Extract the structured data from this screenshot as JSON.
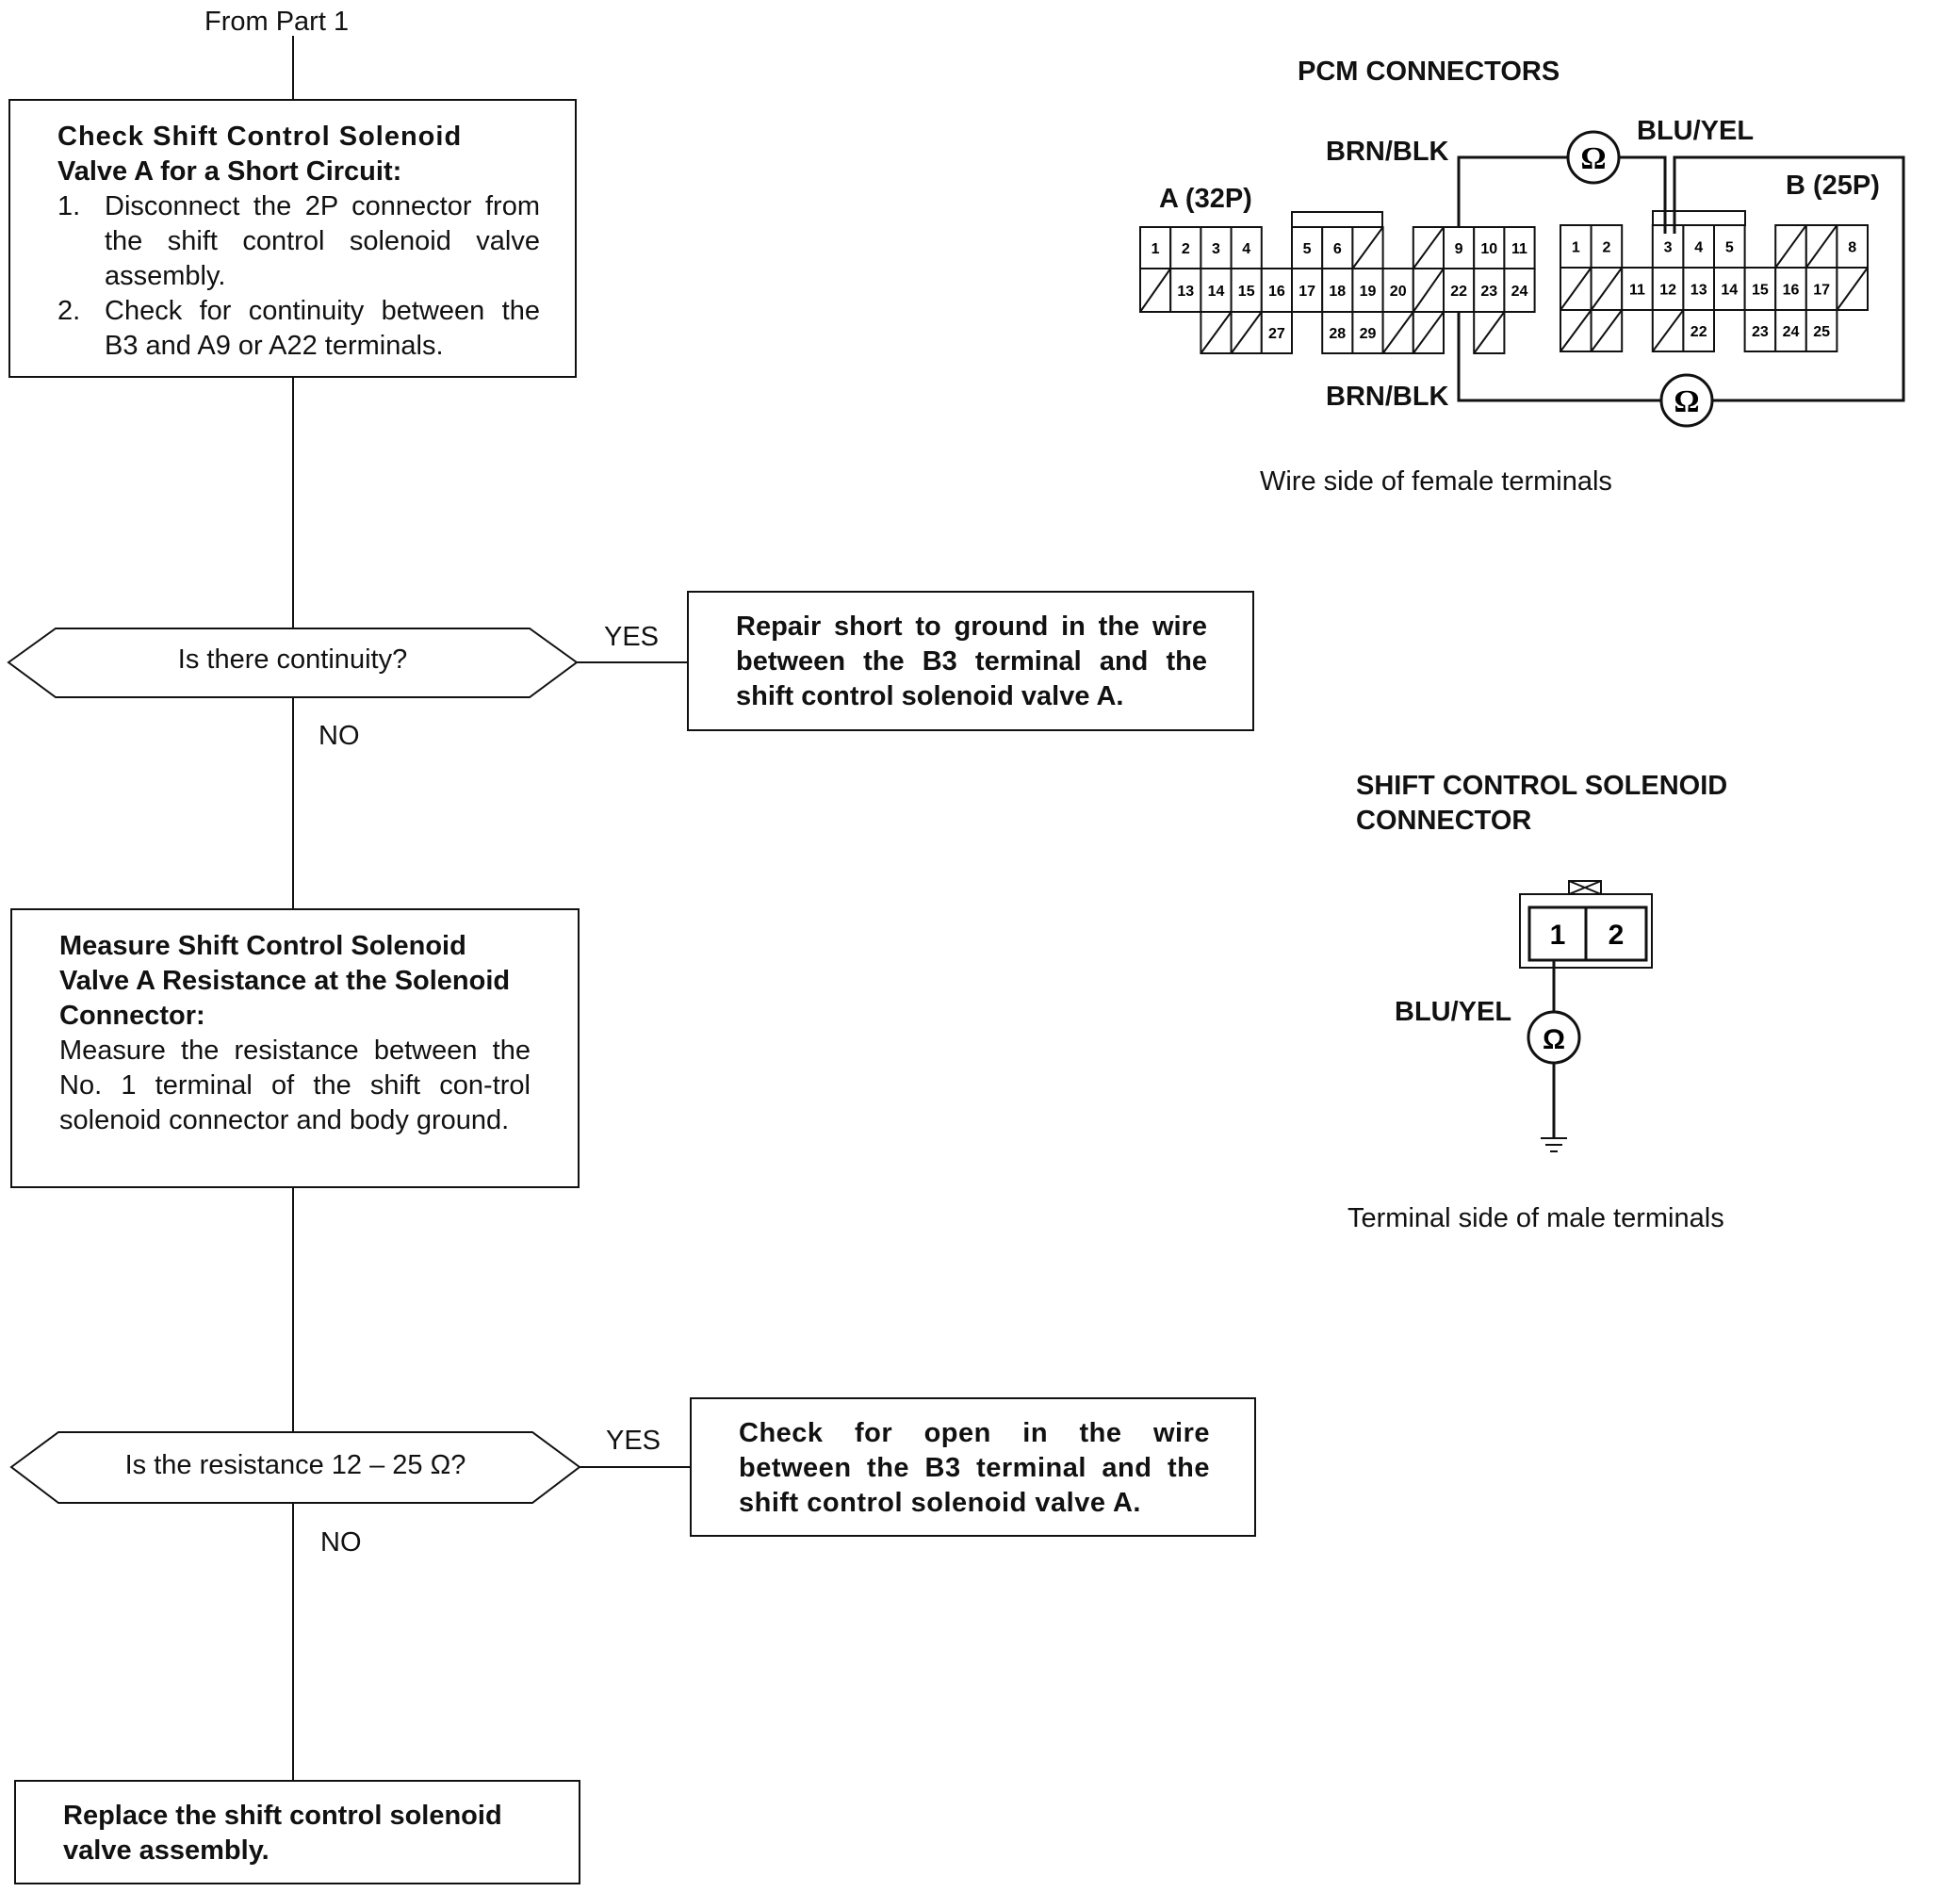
{
  "flow": {
    "start": "From Part 1",
    "step1": {
      "title_line1": "Check Shift Control Solenoid",
      "title_line2": "Valve A for a Short Circuit:",
      "items": [
        {
          "num": "1.",
          "text": "Disconnect the 2P connector from the shift control solenoid valve assembly."
        },
        {
          "num": "2.",
          "text": "Check for continuity between the B3 and A9 or A22 terminals."
        }
      ]
    },
    "decision1": {
      "question": "Is there continuity?",
      "yes": "YES",
      "no": "NO"
    },
    "result1": "Repair short to ground in the wire between the B3 terminal and the shift control solenoid valve A.",
    "step2": {
      "title": "Measure Shift Control Solenoid Valve A Resistance at the Solenoid Connector:",
      "body": "Measure the resistance between the No. 1 terminal of the shift con-trol solenoid connector and body ground."
    },
    "decision2": {
      "question": "Is the resistance 12 – 25 Ω?",
      "yes": "YES",
      "no": "NO"
    },
    "result2": "Check for open in the wire between the B3 terminal and the shift control solenoid valve A.",
    "final": "Replace the shift control solenoid valve assembly."
  },
  "pcm": {
    "title": "PCM CONNECTORS",
    "connector_a": {
      "label": "A (32P)",
      "rows": [
        [
          "1",
          "2",
          "3",
          "4",
          null,
          "5",
          "6",
          "#",
          null,
          "#",
          "9",
          "10",
          "11"
        ],
        [
          "#",
          "13",
          "14",
          "15",
          "16",
          "17",
          "18",
          "19",
          "20",
          "#",
          "22",
          "23",
          "24"
        ],
        [
          null,
          null,
          "#",
          "#",
          "27",
          null,
          "28",
          "29",
          "#",
          "#",
          null,
          "#",
          null
        ]
      ]
    },
    "connector_b": {
      "label": "B (25P)",
      "rows": [
        [
          "1",
          "2",
          null,
          "3",
          "4",
          "5",
          null,
          "#",
          "#",
          "8"
        ],
        [
          "#",
          "#",
          "11",
          "12",
          "13",
          "14",
          "15",
          "16",
          "17",
          "#"
        ],
        [
          "#",
          "#",
          null,
          "#",
          "22",
          null,
          "23",
          "24",
          "25",
          null
        ]
      ]
    },
    "wire_top": "BRN/BLK",
    "wire_bottom": "BRN/BLK",
    "wire_b3": "BLU/YEL",
    "meter_symbol": "Ω",
    "caption": "Wire side of female terminals"
  },
  "solenoid": {
    "title_line1": "SHIFT CONTROL SOLENOID",
    "title_line2": "CONNECTOR",
    "pins": [
      "1",
      "2"
    ],
    "wire": "BLU/YEL",
    "meter_symbol": "Ω",
    "ground_icon": "ground-icon",
    "caption": "Terminal side of male terminals"
  }
}
